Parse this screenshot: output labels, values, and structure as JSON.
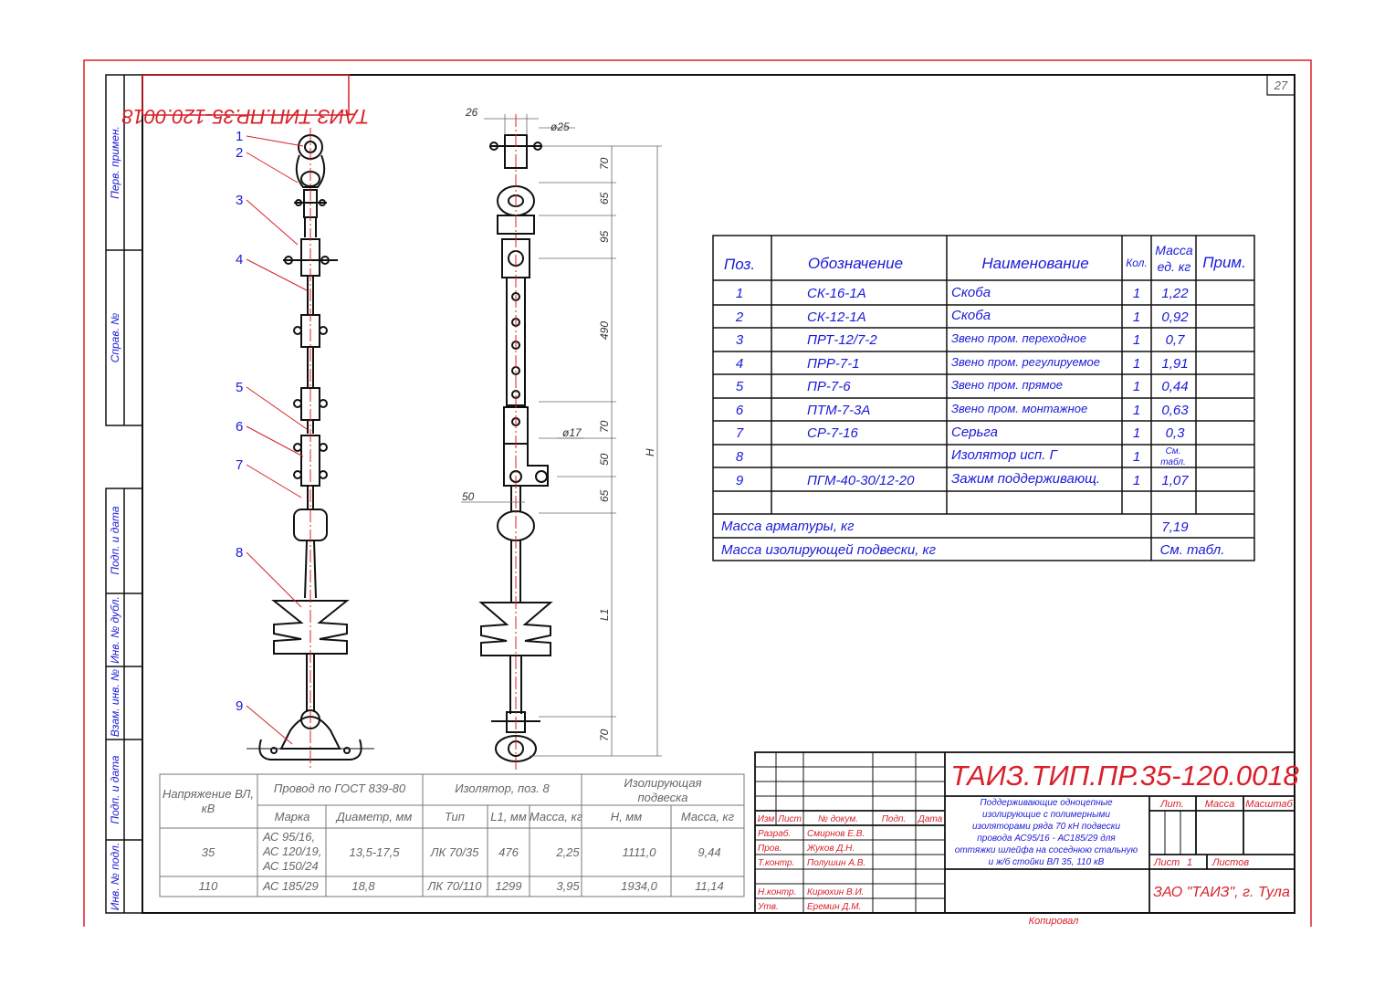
{
  "sheet": {
    "page_number": "27",
    "mirrored_code": "ТАИЗ.ТИП.ПР.35-120.0018",
    "side_labels": [
      "Перв. примен.",
      "Справ. №",
      "Подп. и дата",
      "Инв. № дубл.",
      "Взам. инв. №",
      "Подп. и дата",
      "Инв. № подл."
    ],
    "copied_label": "Копировал",
    "colors": {
      "frame": "#d8202a",
      "ink": "#111111",
      "annotation": "#1a1ad8",
      "axis": "#d8202a"
    }
  },
  "drawing": {
    "callouts": [
      "1",
      "2",
      "3",
      "4",
      "5",
      "6",
      "7",
      "8",
      "9"
    ],
    "dimensions": {
      "d25": "ø25",
      "w26": "26",
      "seg70a": "70",
      "seg65a": "65",
      "seg95": "95",
      "seg490": "490",
      "seg70b": "70",
      "seg50": "50",
      "seg65b": "65",
      "H": "H",
      "L1": "L1",
      "seg70c": "70",
      "d17": "ø17",
      "w50": "50"
    }
  },
  "spec_table": {
    "headers": {
      "pos": "Поз.",
      "designation": "Обозначение",
      "name": "Наименование",
      "qty": "Кол.",
      "mass_line1": "Масса",
      "mass_line2": "ед. кг",
      "note": "Прим."
    },
    "rows": [
      {
        "pos": "1",
        "designation": "СК-16-1А",
        "name": "Скоба",
        "qty": "1",
        "mass": "1,22"
      },
      {
        "pos": "2",
        "designation": "СК-12-1А",
        "name": "Скоба",
        "qty": "1",
        "mass": "0,92"
      },
      {
        "pos": "3",
        "designation": "ПРТ-12/7-2",
        "name": "Звено пром. переходное",
        "qty": "1",
        "mass": "0,7"
      },
      {
        "pos": "4",
        "designation": "ПРР-7-1",
        "name": "Звено пром. регулируемое",
        "qty": "1",
        "mass": "1,91"
      },
      {
        "pos": "5",
        "designation": "ПР-7-6",
        "name": "Звено пром. прямое",
        "qty": "1",
        "mass": "0,44"
      },
      {
        "pos": "6",
        "designation": "ПТМ-7-3А",
        "name": "Звено пром. монтажное",
        "qty": "1",
        "mass": "0,63"
      },
      {
        "pos": "7",
        "designation": "СР-7-16",
        "name": "Серьга",
        "qty": "1",
        "mass": "0,3"
      },
      {
        "pos": "8",
        "designation": "",
        "name": "Изолятор исп. Г",
        "qty": "1",
        "mass_line1": "См.",
        "mass_line2": "табл."
      },
      {
        "pos": "9",
        "designation": "ПГМ-40-30/12-20",
        "name": "Зажим поддерживающ.",
        "qty": "1",
        "mass": "1,07"
      }
    ],
    "total_armature_label": "Масса арматуры, кг",
    "total_armature_value": "7,19",
    "total_insul_label": "Масса изолирующей подвески, кг",
    "total_insul_value": "См. табл."
  },
  "variant_table": {
    "h_voltage_line1": "Напряжение ВЛ,",
    "h_voltage_line2": "кВ",
    "h_wire": "Провод по ГОСТ 839-80",
    "h_insulator": "Изолятор, поз. 8",
    "h_suspension_line1": "Изолирующая",
    "h_suspension_line2": "подвеска",
    "sub": {
      "mark": "Марка",
      "diam": "Диаметр, мм",
      "type": "Тип",
      "l1": "L1, мм",
      "mass": "Масса, кг",
      "h": "Н, мм",
      "mass2": "Масса, кг"
    },
    "rows": [
      {
        "voltage": "35",
        "mark_lines": [
          "АС 95/16,",
          "АС 120/19,",
          "АС 150/24"
        ],
        "diam": "13,5-17,5",
        "type": "ЛК 70/35",
        "l1": "476",
        "mass": "2,25",
        "h": "1111,0",
        "mass2": "9,44"
      },
      {
        "voltage": "110",
        "mark_lines": [
          "АС 185/29"
        ],
        "diam": "18,8",
        "type": "ЛК 70/110",
        "l1": "1299",
        "mass": "3,95",
        "h": "1934,0",
        "mass2": "11,14"
      }
    ]
  },
  "title_block": {
    "code": "ТАИЗ.ТИП.ПР.35-120.0018",
    "description_lines": [
      "Поддерживающие одноцепные",
      "изолирующие с полимерными",
      "изоляторами ряда 70 кН подвески",
      "провода АС95/16 - АС185/29 для",
      "оттяжки шлейфа на соседнюю стальную",
      "и ж/б стойки ВЛ 35, 110 кВ"
    ],
    "col_labels": {
      "izm": "Изм",
      "list": "Лист",
      "doc": "№ докум.",
      "sign": "Подп.",
      "date": "Дата"
    },
    "roles": [
      {
        "role": "Разраб.",
        "name": "Смирнов Е.В."
      },
      {
        "role": "Пров.",
        "name": "Жуков Д.Н."
      },
      {
        "role": "Т.контр.",
        "name": "Полушин А.В."
      },
      {
        "role": "Н.контр.",
        "name": "Кирюхин В.И."
      },
      {
        "role": "Утв.",
        "name": "Еремин Д.М."
      }
    ],
    "lit_label": "Лит.",
    "mass_label": "Масса",
    "scale_label": "Масштаб",
    "sheet_label": "Лист",
    "sheet_value": "1",
    "sheets_label": "Листов",
    "company": "ЗАО \"ТАИЗ\", г. Тула"
  }
}
